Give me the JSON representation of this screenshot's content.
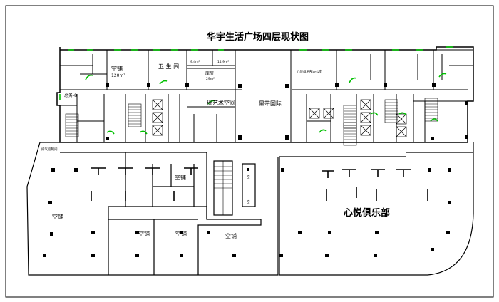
{
  "title": "华宇生活广场四层现状图",
  "colors": {
    "line": "#000000",
    "door": "#00c000",
    "background": "#ffffff"
  },
  "labels": {
    "shop_120_name": "空铺",
    "shop_120_area": "120m²",
    "restroom": "卫 生 间",
    "area_9": "9.4m²",
    "area_14": "14.9m²",
    "storage_name": "库房",
    "storage_area": "29m²",
    "office": "心悦俱乐部办公室",
    "dept": "总务-8",
    "art_space": "瑶艺术空间",
    "heidai": "黑带国际",
    "exhaust": "排气控制间",
    "empty_1": "空铺",
    "empty_2": "空铺",
    "empty_3": "空铺",
    "empty_4": "空铺",
    "empty_5": "空铺",
    "empty_6": "空",
    "empty_7": "空",
    "club": "心悦俱乐部"
  }
}
